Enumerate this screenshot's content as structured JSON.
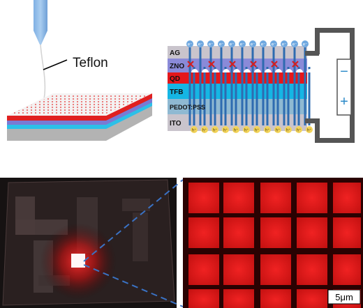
{
  "panel_a": {
    "tip_label": "Teflon"
  },
  "panel_b": {
    "layers": [
      {
        "name": "AG",
        "color": "#c9c4cc"
      },
      {
        "name": "ZNO",
        "color": "#8a8ad8"
      },
      {
        "name": "QD",
        "color": "#e4171b"
      },
      {
        "name": "TFB",
        "color": "#15b6e4"
      },
      {
        "name": "PEDOT:PSS",
        "color": "#8fb9d2"
      },
      {
        "name": "ITO",
        "color": "#c9c4cc"
      }
    ],
    "electron_symbol": "e⁻",
    "hole_symbol": "h⁺",
    "minus_sign": "−",
    "plus_sign": "+"
  },
  "panel_d": {
    "scale_bar": "5μm"
  }
}
